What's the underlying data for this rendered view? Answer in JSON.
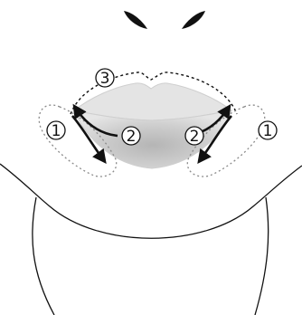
{
  "diagram": {
    "zone_labels": {
      "upper_lip_outline": "3",
      "left_corner_zone": "1",
      "right_corner_zone": "1",
      "left_lip_line": "2",
      "right_lip_line": "2"
    },
    "colors": {
      "ink": "#111111",
      "lip_fill_light": "#ececec",
      "lip_fill_dark": "#b9b9b9",
      "zone_outline": "#8a8a8a",
      "background": "#ffffff"
    },
    "icons": [
      "nostril-icon",
      "arrow-icon"
    ]
  }
}
